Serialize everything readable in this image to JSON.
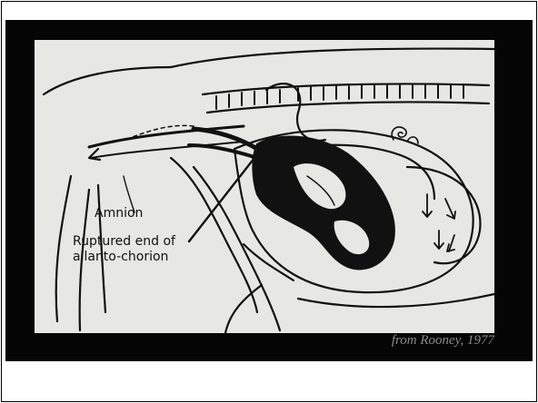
{
  "figure": {
    "labels": {
      "amnion": "Amnion",
      "ruptured_line1": "Ruptured end of",
      "ruptured_line2": "allanto-chorion"
    },
    "credit": "from Rooney, 1977"
  },
  "colors": {
    "slide_background": "#050505",
    "panel_background": "#e7e7e3",
    "ink": "#111111",
    "credit_text": "#8a8a8a"
  }
}
